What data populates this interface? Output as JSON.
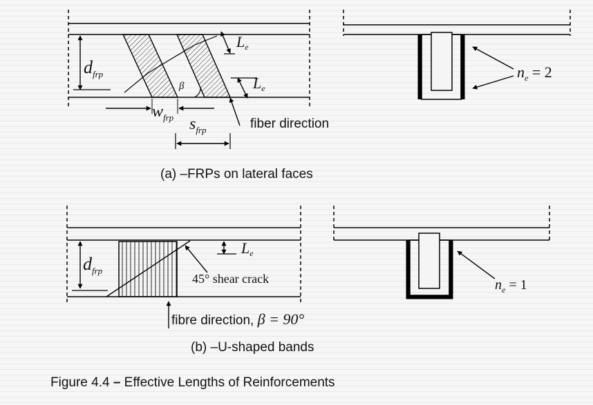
{
  "panel_a": {
    "d_label": "d",
    "d_sub": "frp",
    "le_label": "L",
    "le_sub": "e",
    "beta": "β",
    "w_label": "w",
    "w_sub": "frp",
    "s_label": "s",
    "s_sub": "frp",
    "fiber_direction": "fiber direction",
    "ne_label": "n",
    "ne_sub": "e",
    "ne_value": "= 2",
    "caption": "(a) –FRPs on lateral faces"
  },
  "panel_b": {
    "d_label": "d",
    "d_sub": "frp",
    "le_label": "L",
    "le_sub": "e",
    "shear_crack": "45° shear crack",
    "fibre_direction": "fibre direction,",
    "beta_eq": "β = 90°",
    "ne_label": "n",
    "ne_sub": "e",
    "ne_value": "= 1",
    "caption": "(b) –U-shaped bands"
  },
  "figure_caption": {
    "prefix": "Figure 4.4 ",
    "dash": "–",
    "title": " Effective Lengths of Reinforcements"
  }
}
